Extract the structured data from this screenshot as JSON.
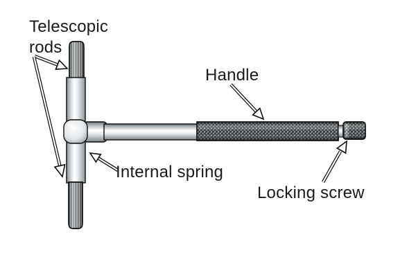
{
  "diagram": {
    "subject": "telescopic-gauge",
    "labels": {
      "telescopic_rods": "Telescopic rods",
      "handle": "Handle",
      "internal_spring": "Internal spring",
      "locking_screw": "Locking screw"
    },
    "colors": {
      "background": "#ffffff",
      "text": "#1a1a1a",
      "outline": "#0c0c0c",
      "metal_highlight": "#ffffff",
      "metal_shadow": "#70767a",
      "ridge_base": "#c7cbcd",
      "ridge_line": "#63676a",
      "knurl_base": "#9aa0a3",
      "knurl_line": "#17191b",
      "arrow_fill": "#ffffff"
    }
  }
}
